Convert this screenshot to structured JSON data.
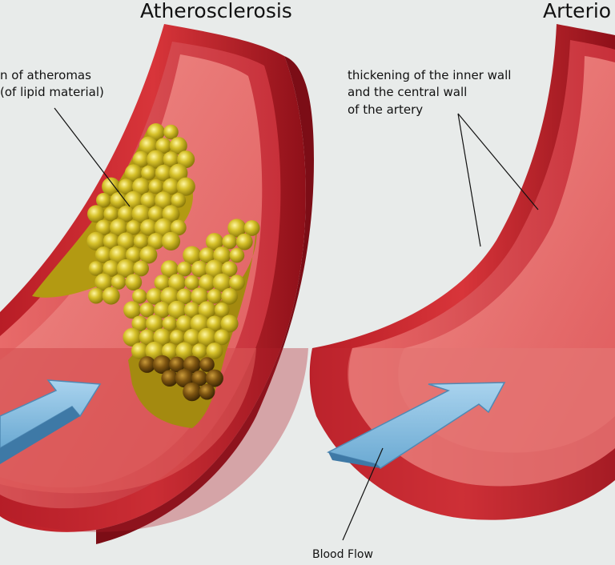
{
  "left_panel": {
    "title": "Atherosclerosis",
    "label_line1": "n of atheromas",
    "label_line2": "(of lipid material)"
  },
  "right_panel": {
    "title": "Arterio",
    "label_line1": "thickening of the inner wall",
    "label_line2": "and the central wall",
    "label_line3": "of the artery"
  },
  "bottom_label": "Blood Flow",
  "colors": {
    "background": "#e8ebea",
    "artery_outer": "#c9262e",
    "artery_inner": "#e2585a",
    "lumen": "#e97a78",
    "plaque": "#c9b41e",
    "plaque_dark": "#7a5a10",
    "arrow": "#8ec2e2"
  }
}
